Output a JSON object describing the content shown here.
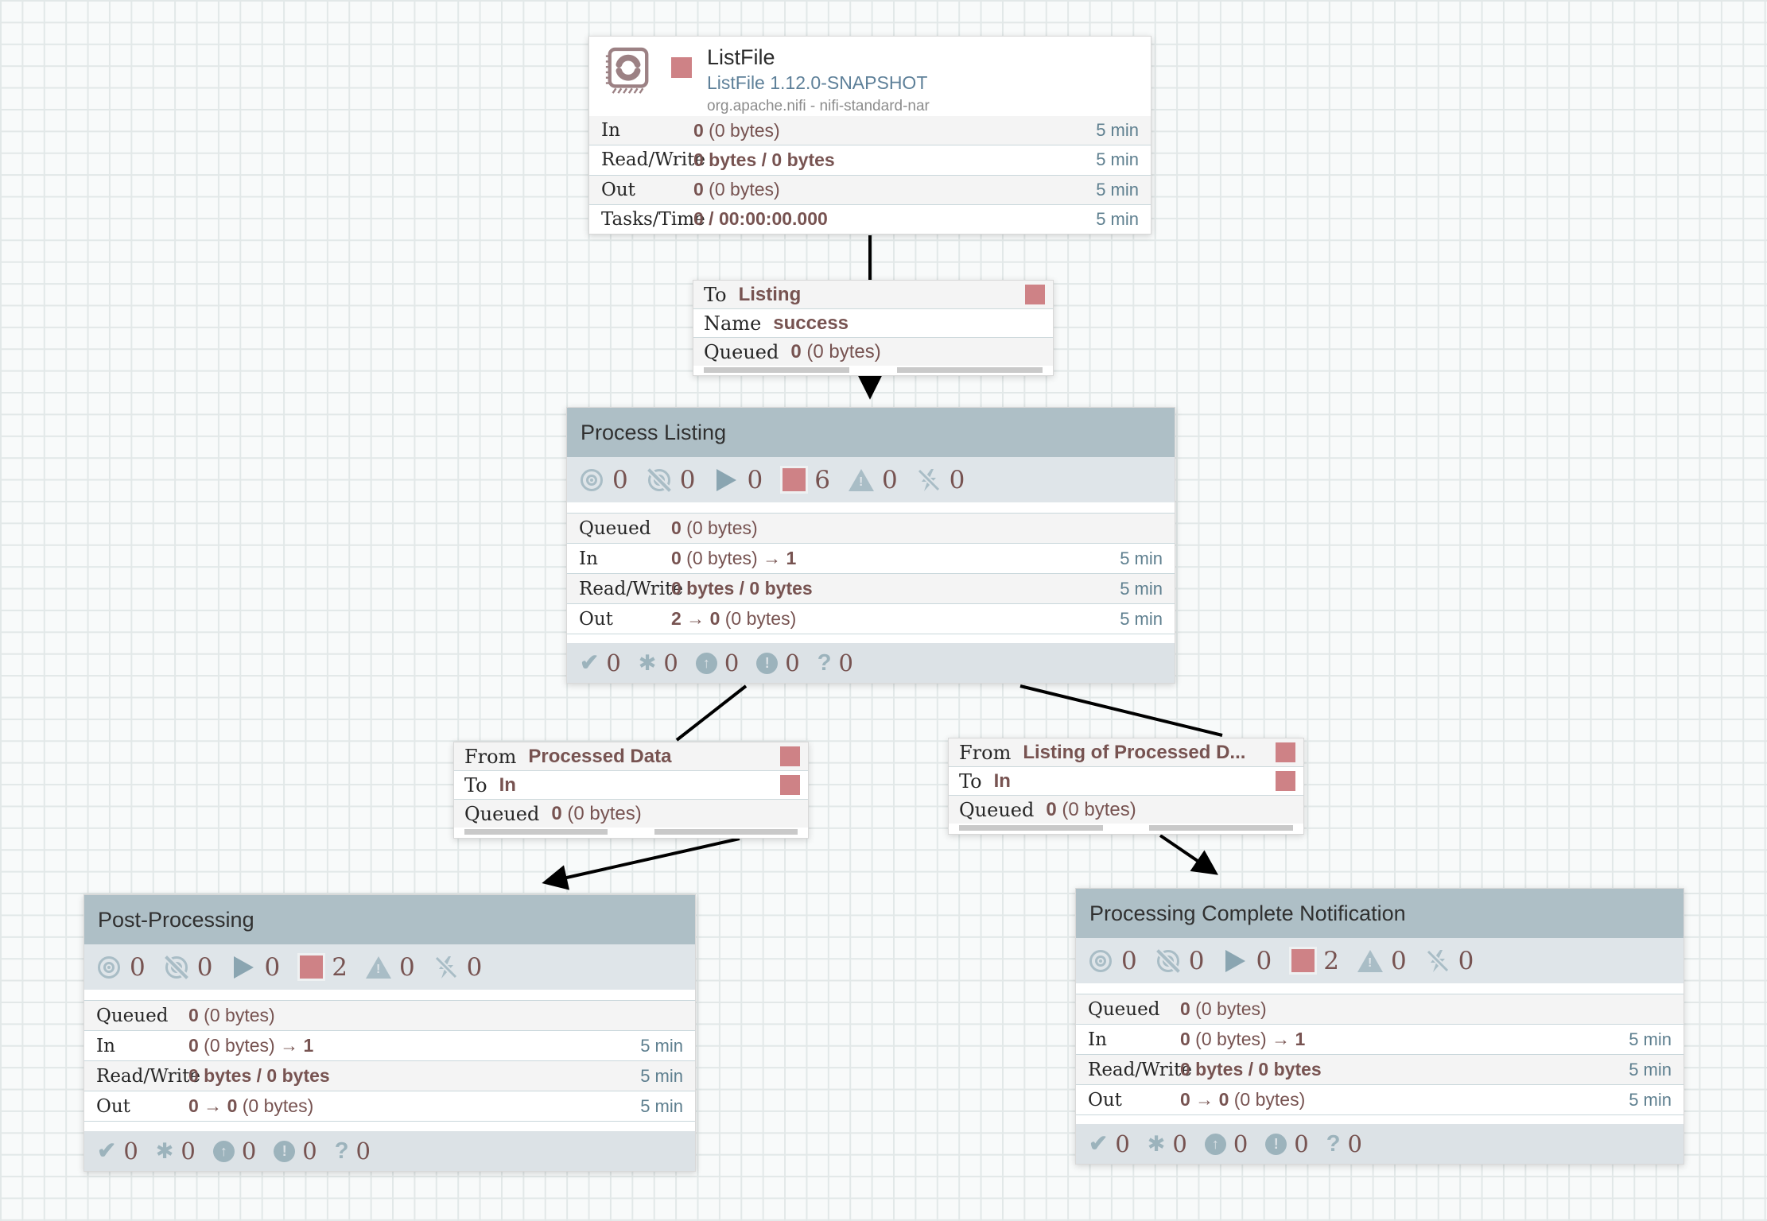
{
  "colors": {
    "accent_rose": "#ce8286",
    "value_maroon": "#775351",
    "window_slate": "#5e7f8f",
    "group_header": "#aebfc6",
    "icon_bluegray": "#a9bdc6",
    "arrow_black": "#000000"
  },
  "icons": {
    "processor": "stamp-sync",
    "transmitting": "bullseye",
    "not_transmitting": "bullseye-slash",
    "running": "play-triangle",
    "stopped": "stop-square",
    "invalid": "warning-triangle",
    "disabled": "bolt-slash",
    "up_to_date": "check",
    "locally_modified": "asterisk",
    "stale": "arrow-up-circle",
    "locally_modified_and_stale": "exclamation-circle",
    "sync_failure": "question"
  },
  "processor": {
    "title": "ListFile",
    "subtitle": "ListFile 1.12.0-SNAPSHOT",
    "bundle": "org.apache.nifi - nifi-standard-nar",
    "stats": [
      {
        "label": "In",
        "b1": "0",
        "r1": " (0 bytes)",
        "b2": "",
        "window": "5 min"
      },
      {
        "label": "Read/Write",
        "b1": "0 bytes / 0 bytes",
        "r1": "",
        "b2": "",
        "window": "5 min"
      },
      {
        "label": "Out",
        "b1": "0",
        "r1": " (0 bytes)",
        "b2": "",
        "window": "5 min"
      },
      {
        "label": "Tasks/Time",
        "b1": "0 / 00:00:00.000",
        "r1": "",
        "b2": "",
        "window": "5 min"
      }
    ]
  },
  "connections": [
    {
      "row1_label": "To",
      "row1_value": "Listing",
      "row2_label": "Name",
      "row2_value": "success",
      "queued_label": "Queued",
      "queued_bold": "0",
      "queued_rest": " (0 bytes)"
    },
    {
      "row1_label": "From",
      "row1_value": "Processed Data",
      "row2_label": "To",
      "row2_value": "In",
      "queued_label": "Queued",
      "queued_bold": "0",
      "queued_rest": " (0 bytes)"
    },
    {
      "row1_label": "From",
      "row1_value": "Listing of Processed D...",
      "row2_label": "To",
      "row2_value": "In",
      "queued_label": "Queued",
      "queued_bold": "0",
      "queued_rest": " (0 bytes)"
    }
  ],
  "groups": [
    {
      "title": "Process Listing",
      "counts": {
        "transmitting": "0",
        "not_transmitting": "0",
        "running": "0",
        "stopped": "6",
        "invalid": "0",
        "disabled": "0"
      },
      "stats": [
        {
          "label": "Queued",
          "b1": "0",
          "r1": " (0 bytes)",
          "b2": "",
          "window": ""
        },
        {
          "label": "In",
          "b1": "0",
          "r1": " (0 bytes) ",
          "b2": "→ 1",
          "window": "5 min"
        },
        {
          "label": "Read/Write",
          "b1": "0 bytes / 0 bytes",
          "r1": "",
          "b2": "",
          "window": "5 min"
        },
        {
          "label": "Out",
          "b1": "2 → 0",
          "r1": " (0 bytes)",
          "b2": "",
          "window": "5 min"
        }
      ],
      "versioned": {
        "up_to_date": "0",
        "locally_modified": "0",
        "stale": "0",
        "locally_modified_and_stale": "0",
        "sync_failure": "0"
      }
    },
    {
      "title": "Post-Processing",
      "counts": {
        "transmitting": "0",
        "not_transmitting": "0",
        "running": "0",
        "stopped": "2",
        "invalid": "0",
        "disabled": "0"
      },
      "stats": [
        {
          "label": "Queued",
          "b1": "0",
          "r1": " (0 bytes)",
          "b2": "",
          "window": ""
        },
        {
          "label": "In",
          "b1": "0",
          "r1": " (0 bytes) ",
          "b2": "→ 1",
          "window": "5 min"
        },
        {
          "label": "Read/Write",
          "b1": "0 bytes / 0 bytes",
          "r1": "",
          "b2": "",
          "window": "5 min"
        },
        {
          "label": "Out",
          "b1": "0 → 0",
          "r1": " (0 bytes)",
          "b2": "",
          "window": "5 min"
        }
      ],
      "versioned": {
        "up_to_date": "0",
        "locally_modified": "0",
        "stale": "0",
        "locally_modified_and_stale": "0",
        "sync_failure": "0"
      }
    },
    {
      "title": "Processing Complete Notification",
      "counts": {
        "transmitting": "0",
        "not_transmitting": "0",
        "running": "0",
        "stopped": "2",
        "invalid": "0",
        "disabled": "0"
      },
      "stats": [
        {
          "label": "Queued",
          "b1": "0",
          "r1": " (0 bytes)",
          "b2": "",
          "window": ""
        },
        {
          "label": "In",
          "b1": "0",
          "r1": " (0 bytes) ",
          "b2": "→ 1",
          "window": "5 min"
        },
        {
          "label": "Read/Write",
          "b1": "0 bytes / 0 bytes",
          "r1": "",
          "b2": "",
          "window": "5 min"
        },
        {
          "label": "Out",
          "b1": "0 → 0",
          "r1": " (0 bytes)",
          "b2": "",
          "window": "5 min"
        }
      ],
      "versioned": {
        "up_to_date": "0",
        "locally_modified": "0",
        "stale": "0",
        "locally_modified_and_stale": "0",
        "sync_failure": "0"
      }
    }
  ]
}
